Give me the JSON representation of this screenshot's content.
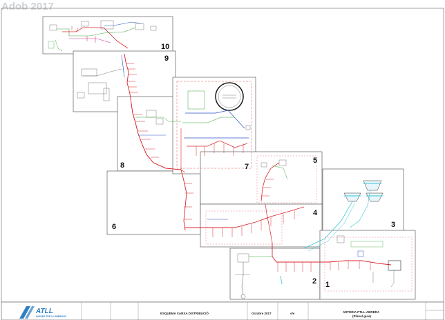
{
  "header": {
    "page_title": "Adob 2017"
  },
  "sheets": [
    {
      "number": "10"
    },
    {
      "number": "9"
    },
    {
      "number": "8"
    },
    {
      "number": "7"
    },
    {
      "number": "6"
    },
    {
      "number": "5"
    },
    {
      "number": "4"
    },
    {
      "number": "3"
    },
    {
      "number": "2"
    },
    {
      "number": "1"
    }
  ],
  "title_block": {
    "logo_text": "ATLL",
    "logo_subtitle": "AIGÜES TER LLOBREGAT",
    "drawing_title": "ESQUEMA XARXA DISTRIBUCIÓ",
    "date": "Octubre 2017",
    "scale": "s/e",
    "artery_title": "ARTÈRIA PTLL-ABRERA",
    "artery_subtitle": "(Plànol guia)"
  },
  "colors": {
    "pipe_red": "#d9262c",
    "pipe_blue": "#2b50c7",
    "pipe_cyan": "#39c6d4",
    "pipe_green": "#3ca63c",
    "pipe_magenta": "#c7309c",
    "frame": "#444444",
    "logo_blue": "#2f7fc1"
  }
}
